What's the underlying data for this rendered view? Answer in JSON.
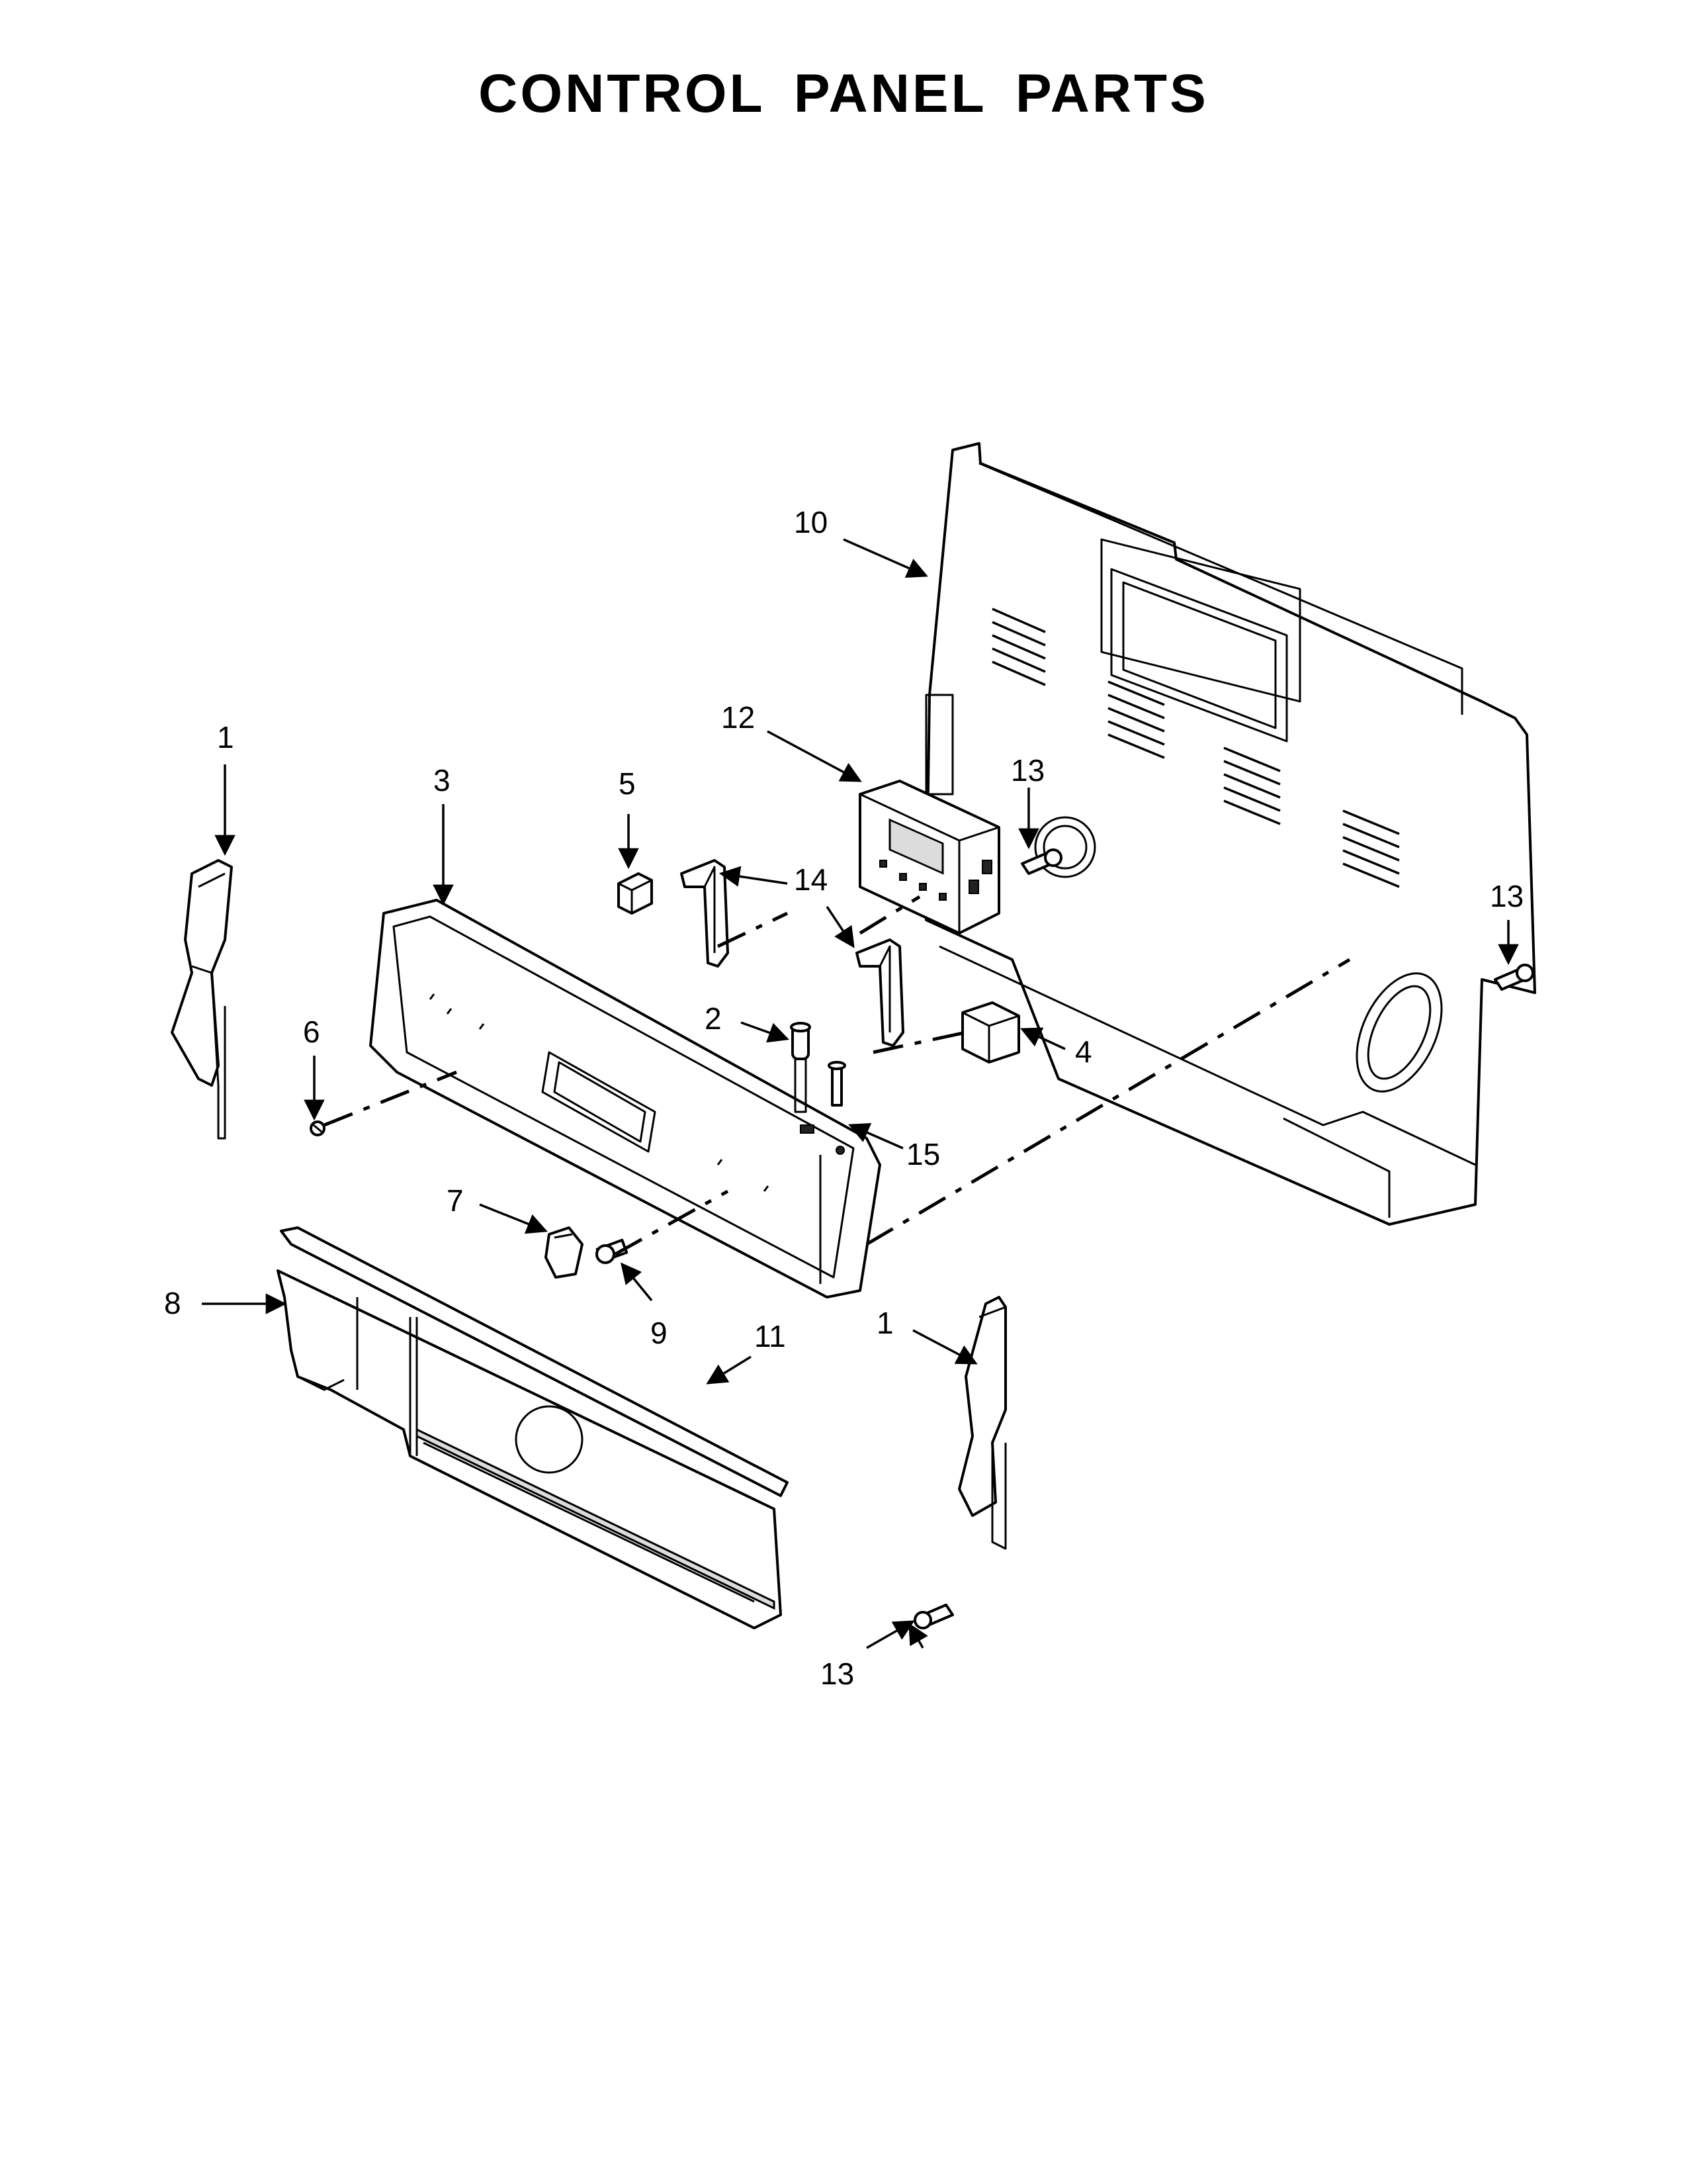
{
  "title": "CONTROL PANEL PARTS",
  "callouts": [
    {
      "id": "c10",
      "text": "10"
    },
    {
      "id": "c12",
      "text": "12"
    },
    {
      "id": "c13a",
      "text": "13"
    },
    {
      "id": "c13b",
      "text": "13"
    },
    {
      "id": "c13c",
      "text": "13"
    },
    {
      "id": "c1a",
      "text": "1"
    },
    {
      "id": "c1b",
      "text": "1"
    },
    {
      "id": "c3",
      "text": "3"
    },
    {
      "id": "c5",
      "text": "5"
    },
    {
      "id": "c14",
      "text": "14"
    },
    {
      "id": "c2",
      "text": "2"
    },
    {
      "id": "c4",
      "text": "4"
    },
    {
      "id": "c6",
      "text": "6"
    },
    {
      "id": "c15",
      "text": "15"
    },
    {
      "id": "c7",
      "text": "7"
    },
    {
      "id": "c8",
      "text": "8"
    },
    {
      "id": "c9",
      "text": "9"
    },
    {
      "id": "c11",
      "text": "11"
    }
  ]
}
